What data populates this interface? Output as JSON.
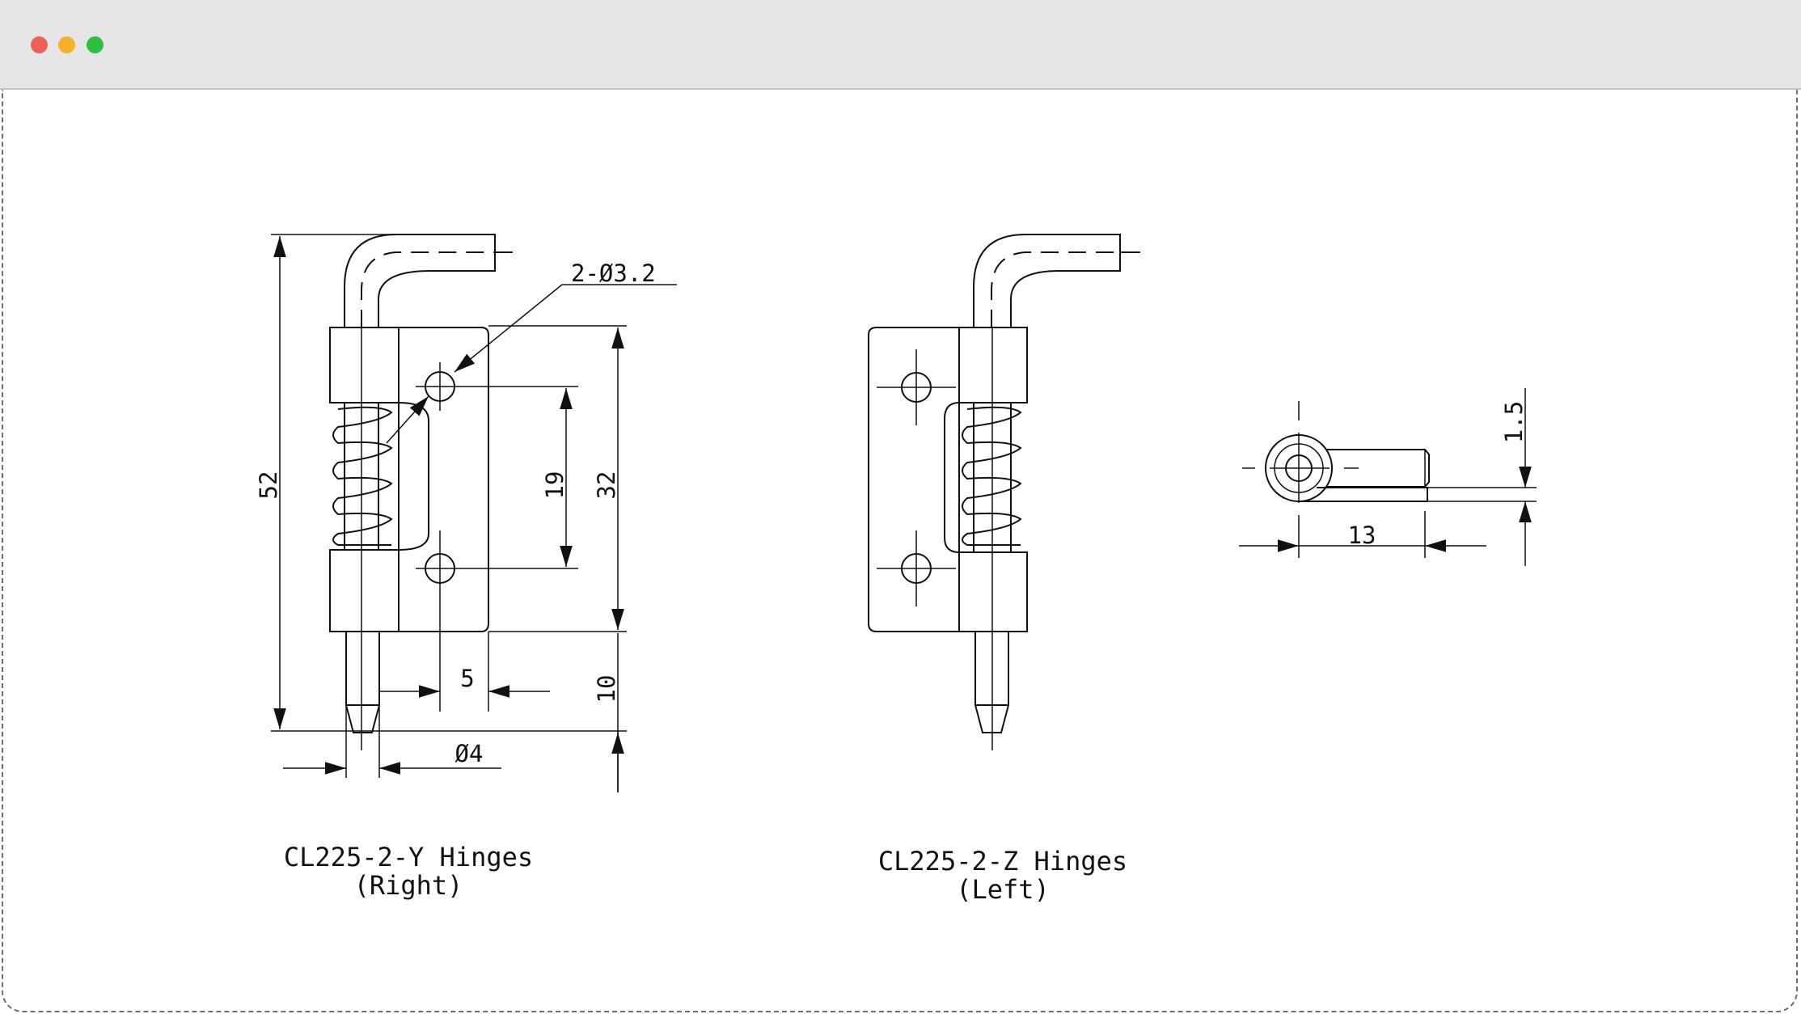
{
  "window": {
    "controls": [
      {
        "name": "close",
        "color": "#ee5f57"
      },
      {
        "name": "minimize",
        "color": "#f5b12a"
      },
      {
        "name": "maximize",
        "color": "#29c13f"
      }
    ]
  },
  "colors": {
    "line": "#111111",
    "titlebar": "#e6e6e6",
    "border": "#6e6e6e"
  },
  "dimensions": {
    "hole_callout": "2-Ø3.2",
    "overall_height": "52",
    "hole_spacing": "19",
    "plate_height": "32",
    "hole_offset": "5",
    "pin_length": "10",
    "pin_diameter": "Ø4",
    "plate_thickness": "1.5",
    "eye_width": "13"
  },
  "captions": {
    "right": {
      "model": "CL225-2-Y Hinges",
      "side": "(Right)"
    },
    "left": {
      "model": "CL225-2-Z Hinges",
      "side": "(Left)"
    }
  }
}
